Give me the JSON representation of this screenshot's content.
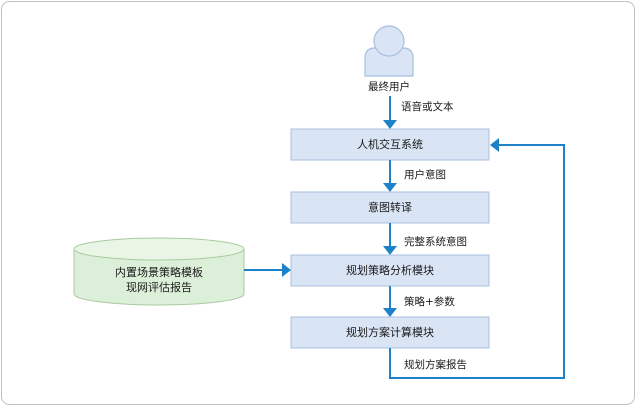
{
  "actor": {
    "label": "最终用户"
  },
  "nodes": {
    "hci": "人机交互系统",
    "intent_translate": "意图转译",
    "strategy_analysis": "规划策略分析模块",
    "plan_compute": "规划方案计算模块"
  },
  "datastore": {
    "line1": "内置场景策略模板",
    "line2": "现网评估报告"
  },
  "edges": {
    "user_to_hci": "语音或文本",
    "hci_to_intent": "用户意图",
    "intent_to_strategy": "完整系统意图",
    "strategy_to_compute": "策略+参数",
    "compute_feedback": "规划方案报告"
  },
  "colors": {
    "arrow": "#1e82c8",
    "box_fill": "#d9e4f4",
    "box_stroke": "#a8bfe0",
    "datastore_fill": "#dcefd8",
    "frame_stroke": "#c2c2c2"
  }
}
